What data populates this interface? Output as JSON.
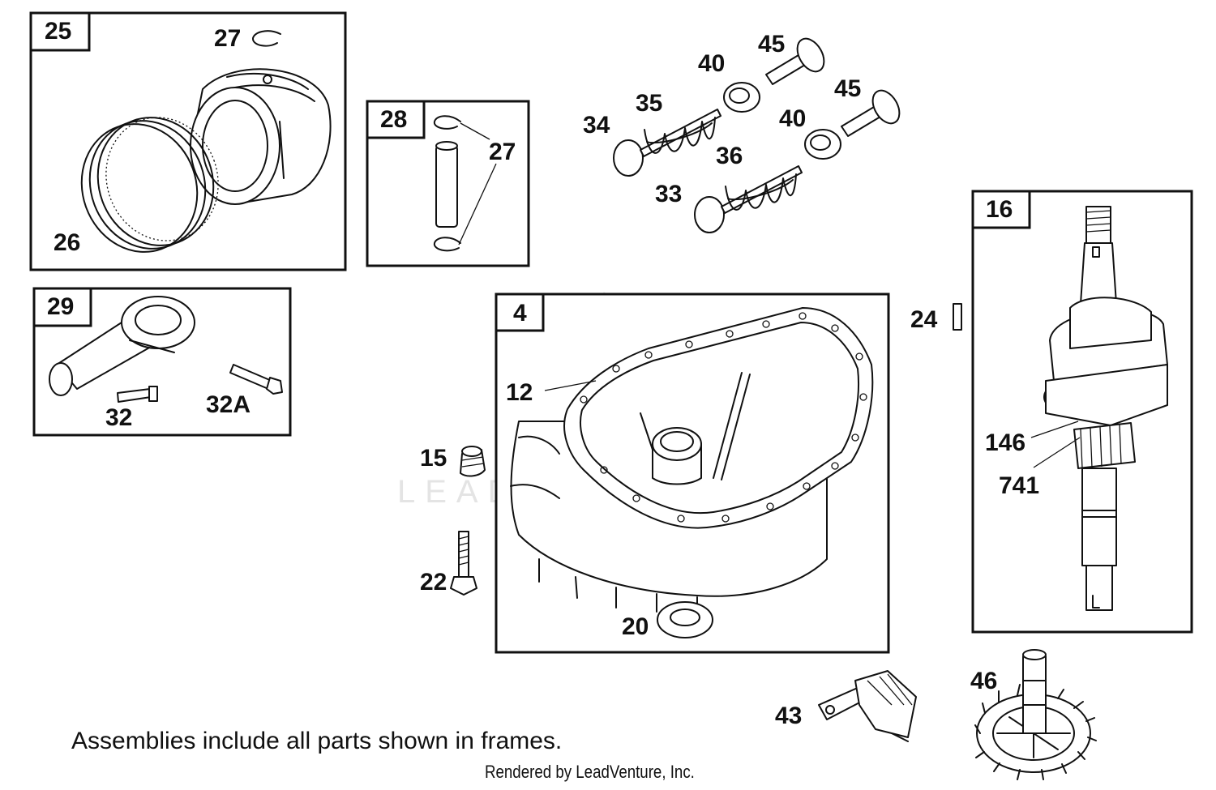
{
  "diagram": {
    "frames": [
      {
        "id": "frame-25",
        "tag": "25"
      },
      {
        "id": "frame-28",
        "tag": "28"
      },
      {
        "id": "frame-29",
        "tag": "29"
      },
      {
        "id": "frame-4",
        "tag": "4"
      },
      {
        "id": "frame-16",
        "tag": "16"
      }
    ],
    "callouts": {
      "c27a": "27",
      "c26": "26",
      "c27b": "27",
      "c32": "32",
      "c32a": "32A",
      "c45a": "45",
      "c40a": "40",
      "c35": "35",
      "c34": "34",
      "c45b": "45",
      "c40b": "40",
      "c36": "36",
      "c33": "33",
      "c24": "24",
      "c12": "12",
      "c15": "15",
      "c22": "22",
      "c20": "20",
      "c146": "146",
      "c741": "741",
      "c43": "43",
      "c46": "46"
    },
    "watermark": "LEADVENTURE"
  },
  "footnote": "Assemblies include all parts shown in frames.",
  "credit": "Rendered by LeadVenture, Inc."
}
